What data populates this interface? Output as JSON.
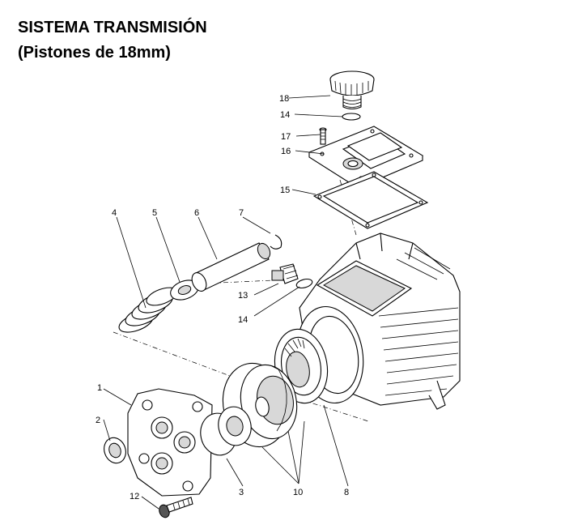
{
  "title": {
    "line1": "SISTEMA TRANSMISIÓN",
    "line2": "(Pistones de 18mm)"
  },
  "callouts": {
    "c1": "1",
    "c2": "2",
    "c3": "3",
    "c4": "4",
    "c5": "5",
    "c6": "6",
    "c7": "7",
    "c8": "8",
    "c10": "10",
    "c12": "12",
    "c13": "13",
    "c14a": "14",
    "c14b": "14",
    "c15": "15",
    "c16": "16",
    "c17": "17",
    "c18": "18"
  }
}
